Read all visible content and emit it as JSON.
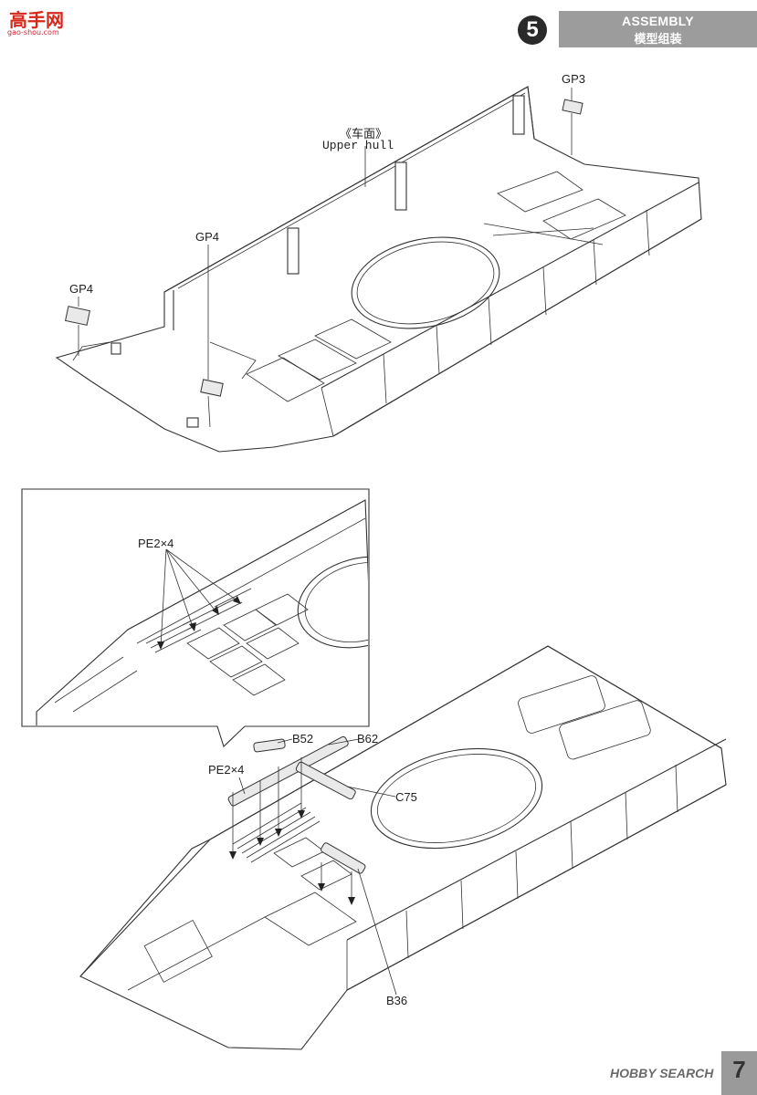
{
  "site_logo": {
    "glyphs": "高手网",
    "url": "gao-shou.com"
  },
  "header": {
    "step_number": "5",
    "title_en": "ASSEMBLY",
    "title_cn": "模型组装"
  },
  "top_diagram": {
    "hull_label_cn": "《车面》",
    "hull_label_en": "Upper hull",
    "parts": [
      "GP3",
      "GP4",
      "GP4"
    ]
  },
  "inset_diagram": {
    "pe_label": "PE2×4"
  },
  "bottom_diagram": {
    "pe_label": "PE2×4",
    "parts": [
      "B52",
      "B62",
      "C75",
      "B36"
    ]
  },
  "footer": {
    "watermark": "HOBBY SEARCH",
    "page_number": "7"
  },
  "colors": {
    "header_bar": "#9c9c9c",
    "step_circle": "#2a2a2a",
    "logo_red": "#d6281c"
  }
}
